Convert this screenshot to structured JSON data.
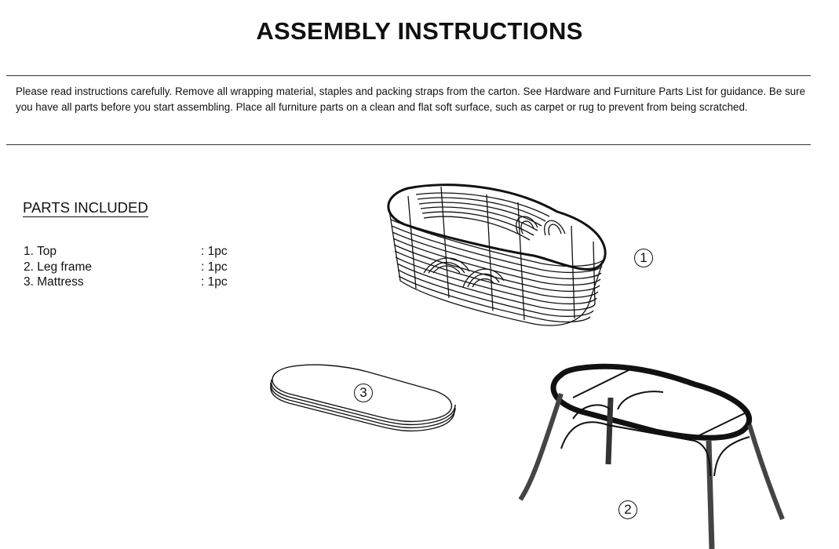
{
  "title": "ASSEMBLY INSTRUCTIONS",
  "intro": "Please read instructions carefully. Remove all wrapping material, staples and packing straps from the carton. See Hardware and Furniture Parts List for guidance. Be sure you have all parts before you start assembling. Place all furniture parts on a clean and flat soft surface, such as carpet or rug to prevent from being scratched.",
  "parts": {
    "heading": "PARTS INCLUDED",
    "items": [
      {
        "name": "1. Top",
        "qty": ": 1pc"
      },
      {
        "name": "2. Leg frame",
        "qty": ": 1pc"
      },
      {
        "name": "3. Mattress",
        "qty": ": 1pc"
      }
    ]
  },
  "drawings": {
    "top_callout": "1",
    "leg_frame_callout": "2",
    "mattress_callout": "3"
  }
}
